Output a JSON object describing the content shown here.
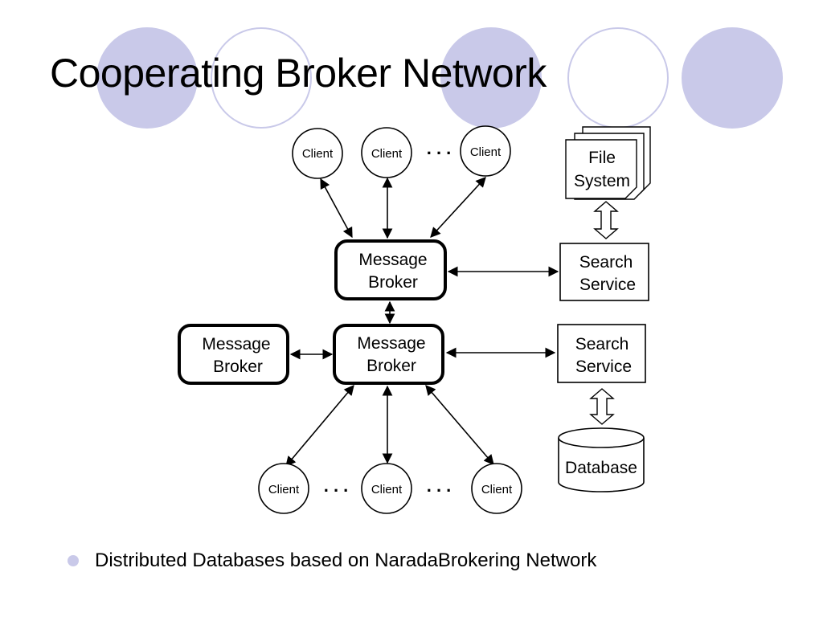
{
  "slide": {
    "title": "Cooperating Broker Network",
    "bullet": "Distributed Databases based on NaradaBrokering Network"
  },
  "diagram": {
    "client_label": "Client",
    "ellipsis": ". . .",
    "broker_label": [
      "Message",
      "Broker"
    ],
    "search_label": [
      "Search",
      "Service"
    ],
    "filesystem_label": [
      "File",
      "System"
    ],
    "database_label": "Database"
  },
  "colors": {
    "decor_circle": "#c9c9e9",
    "text": "#000000",
    "background": "#ffffff"
  }
}
